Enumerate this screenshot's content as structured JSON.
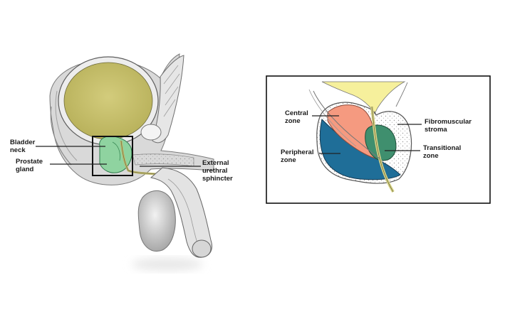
{
  "left_diagram": {
    "labels": {
      "bladder_neck": [
        "Bladder",
        "neck"
      ],
      "prostate_gland": [
        "Prostate",
        "gland"
      ],
      "external_urethral_sphincter": [
        "External",
        "urethral",
        "sphincter"
      ]
    }
  },
  "right_diagram": {
    "labels": {
      "central_zone": [
        "Central",
        "zone"
      ],
      "peripheral_zone": [
        "Peripheral",
        "zone"
      ],
      "fibromuscular_stroma": [
        "Fibromuscular",
        "stroma"
      ],
      "transitional_zone": [
        "Transitional",
        "zone"
      ]
    }
  },
  "colors": {
    "bladder": "#c9c270",
    "prostate": "#8fd3a0",
    "central_zone": "#f59a80",
    "peripheral_zone": "#1f6e98",
    "transitional_zone": "#3f8f6e",
    "urine": "#f6f09c",
    "urethra": "#d8d488"
  }
}
